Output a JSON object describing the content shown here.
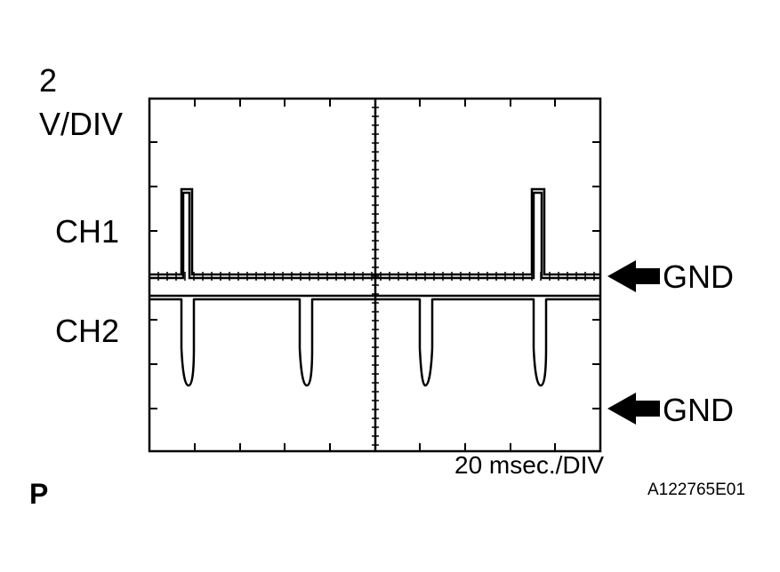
{
  "scale": {
    "volts_value": "2",
    "volts_unit": "V/DIV",
    "time": "20 msec./DIV"
  },
  "channels": [
    {
      "label": "CH1",
      "gnd_label": "GND"
    },
    {
      "label": "CH2",
      "gnd_label": "GND"
    }
  ],
  "corner_letter": "P",
  "figure_id": "A122765E01",
  "colors": {
    "trace": "#000000",
    "background": "#ffffff"
  }
}
